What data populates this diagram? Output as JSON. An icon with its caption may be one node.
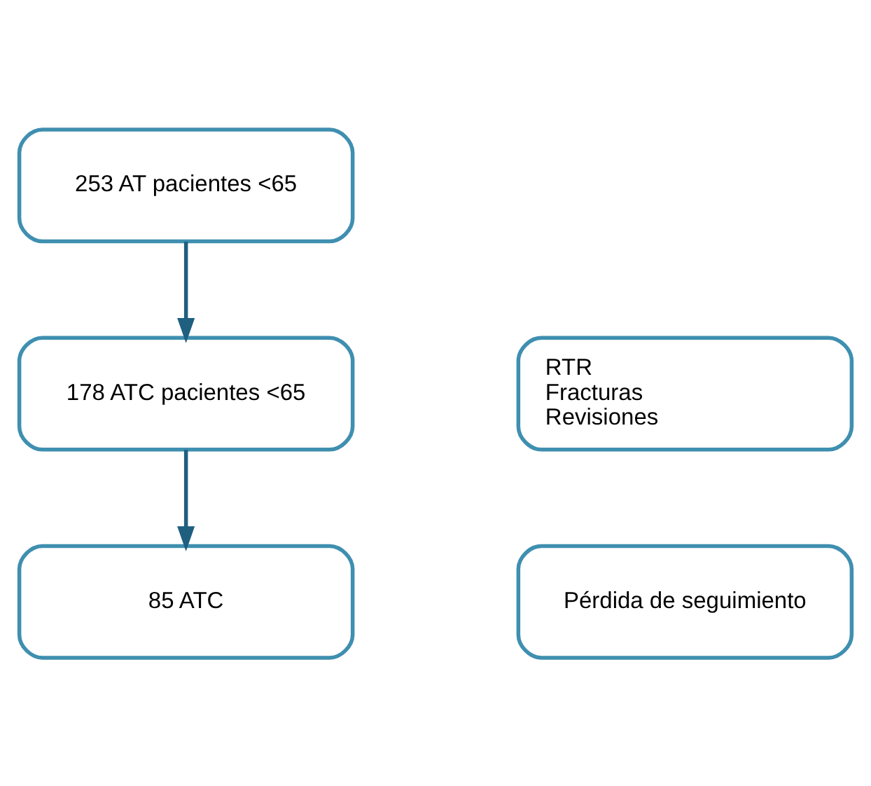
{
  "diagram": {
    "nodes": [
      {
        "text": [
          "253 AT pacientes <65"
        ]
      },
      {
        "text": [
          "RTR",
          "Fracturas",
          "Revisiones"
        ]
      },
      {
        "text": [
          "178 ATC pacientes <65"
        ]
      },
      {
        "text": [
          "Pérdida de seguimiento"
        ]
      },
      {
        "text": [
          "85 ATC"
        ]
      }
    ],
    "edges": [
      {
        "from": 0,
        "to": 2,
        "arrow": "to"
      },
      {
        "from": 2,
        "to": 4,
        "arrow": "to"
      }
    ]
  }
}
